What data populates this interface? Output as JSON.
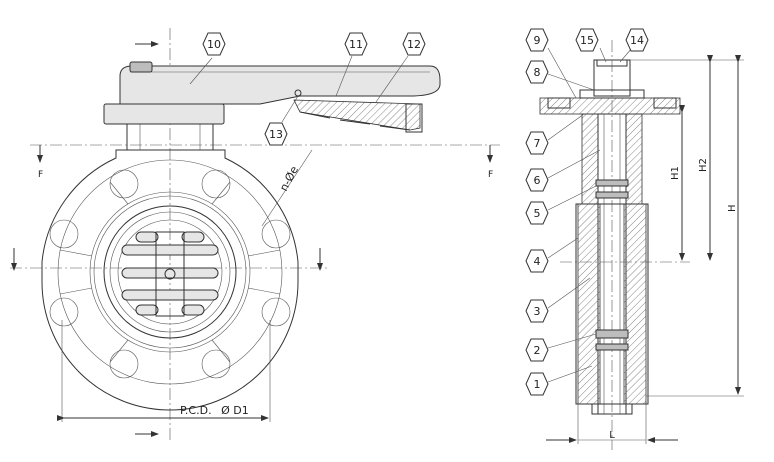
{
  "callouts": {
    "c1": "1",
    "c2": "2",
    "c3": "3",
    "c4": "4",
    "c5": "5",
    "c6": "6",
    "c7": "7",
    "c8": "8",
    "c9": "9",
    "c10": "10",
    "c11": "11",
    "c12": "12",
    "c13": "13",
    "c14": "14",
    "c15": "15"
  },
  "dimensions": {
    "pcd": "P.C.D.",
    "diameter_symbol": "Ø",
    "d1": "D1",
    "bolt_holes": "n-",
    "bolt_diameter_symbol": "Ø",
    "bolt_e": "e",
    "section_left": "F",
    "section_right": "F",
    "h": "H",
    "h1": "H1",
    "h2": "H2",
    "l": "L"
  }
}
